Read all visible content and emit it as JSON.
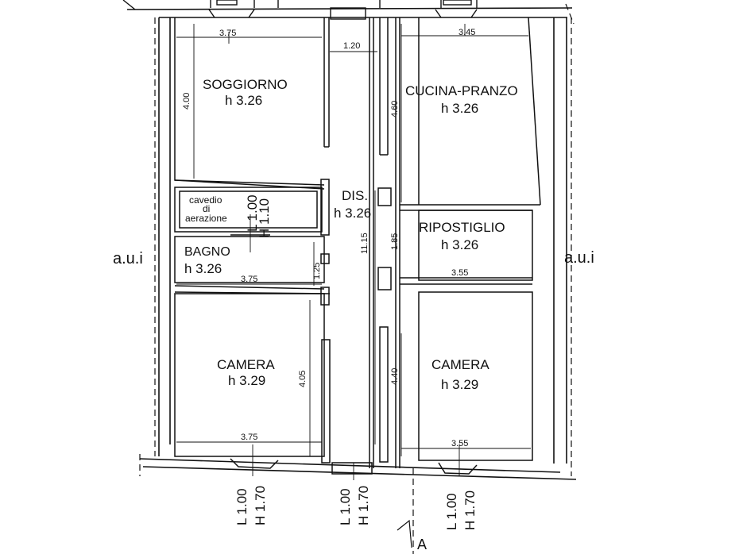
{
  "outside_left": "a.u.i",
  "outside_right": "a.u.i",
  "section_marker": "A",
  "rooms": {
    "soggiorno": {
      "name": "SOGGIORNO",
      "height": "h 3.26"
    },
    "cucina": {
      "name": "CUCINA-PRANZO",
      "height": "h 3.26"
    },
    "disimpegno": {
      "name": "DIS.",
      "height": "h 3.26"
    },
    "cavedio": {
      "line1": "cavedio",
      "line2": "di",
      "line3": "aerazione"
    },
    "ripostiglio": {
      "name": "RIPOSTIGLIO",
      "height": "h 3.26"
    },
    "bagno": {
      "name": "BAGNO",
      "height": "h 3.26"
    },
    "camera_left": {
      "name": "CAMERA",
      "height": "h 3.29"
    },
    "camera_right": {
      "name": "CAMERA",
      "height": "h 3.29"
    }
  },
  "dimensions": {
    "soggiorno_width": "3.75",
    "corridor_width": "1.20",
    "cucina_width": "3.45",
    "soggiorno_depth": "4.00",
    "cucina_depth": "4.60",
    "corridor_length": "11.15",
    "ripostiglio_depth": "1.85",
    "bagno_depth": "1.25",
    "bagno_width": "3.75",
    "ripostiglio_width": "3.55",
    "camera_left_depth": "4.05",
    "camera_right_depth": "4.40",
    "camera_left_width": "3.75",
    "camera_right_width": "3.55"
  },
  "windows": {
    "cavedio_l": "L 1.00",
    "cavedio_h": "H 1.10",
    "camera_left_l": "L 1.00",
    "camera_left_h": "H 1.70",
    "corridor_l": "L 1.00",
    "corridor_h": "H 1.70",
    "camera_right_l": "L 1.00",
    "camera_right_h": "H 1.70"
  }
}
